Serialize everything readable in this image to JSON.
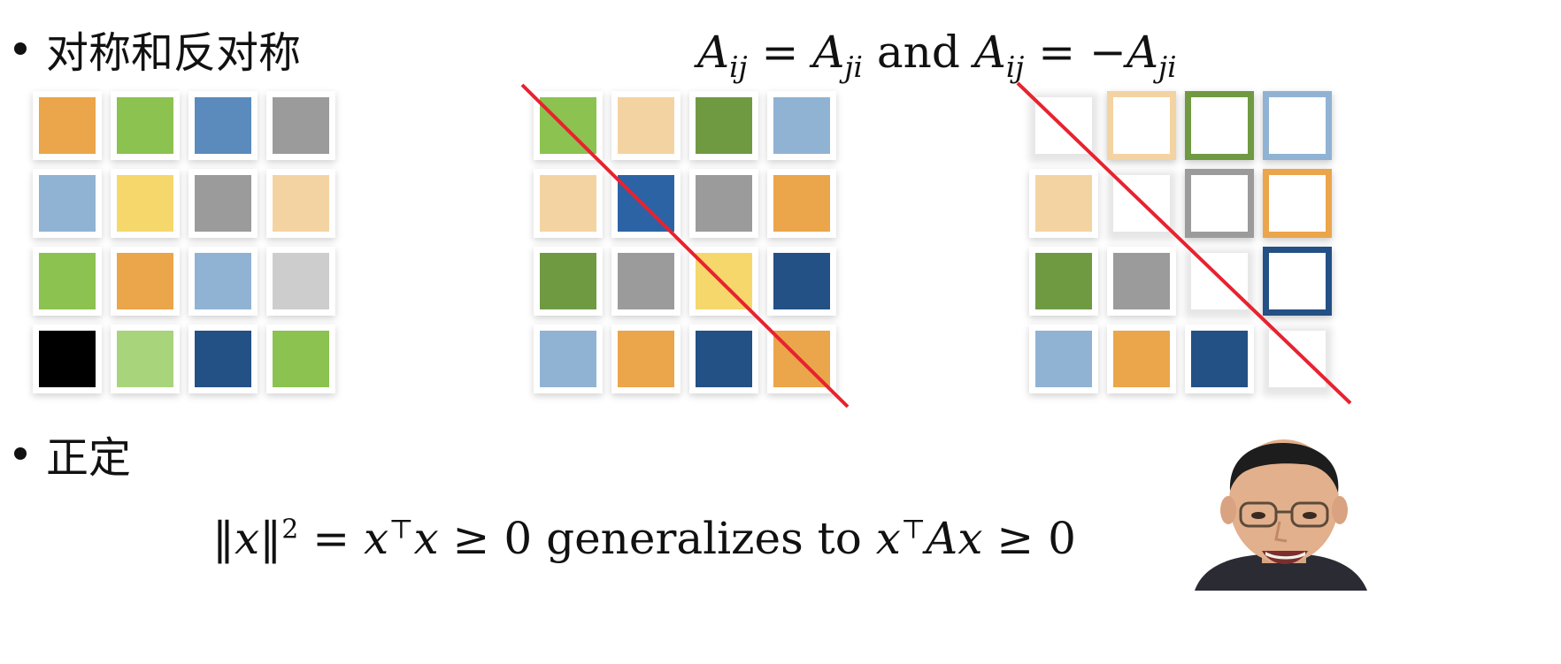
{
  "bullets": {
    "symmetric": "对称和反对称",
    "positive_definite": "正定"
  },
  "formulas": {
    "symmetry_lhs_A": "A",
    "symmetry_lhs_sub": "ij",
    "symmetry_eq": "=",
    "symmetry_rhs_A": "A",
    "symmetry_rhs_sub": "ji",
    "symmetry_and": "and",
    "anti_lhs_A": "A",
    "anti_lhs_sub": "ij",
    "anti_eq": "= −",
    "anti_rhs_A": "A",
    "anti_rhs_sub": "ji",
    "norm_open": "‖",
    "norm_x": "x",
    "norm_close": "‖",
    "norm_sq": "2",
    "norm_eq": "=",
    "xt_x": "x",
    "xt_t": "⊤",
    "xt_x2": "x",
    "geq0": "≥ 0",
    "generalizes_to": "generalizes to",
    "gen_x": "x",
    "gen_t": "⊤",
    "gen_A": "A",
    "gen_x2": "x",
    "gen_geq0": "≥ 0"
  },
  "colors": {
    "orange": "#eba54a",
    "green": "#8bc250",
    "blue": "#5b8bbd",
    "gray": "#9b9b9b",
    "light_blue": "#90b3d3",
    "yellow": "#f5d76b",
    "peach": "#f4d3a2",
    "light_gray": "#cdcdcd",
    "black": "#000000",
    "light_green": "#a8d47c",
    "navy": "#235085",
    "dark_green": "#709a42",
    "strong_blue": "#2c63a5",
    "red_line": "#e8222f"
  },
  "matrices": {
    "general": [
      [
        "orange",
        "green",
        "blue",
        "gray"
      ],
      [
        "light_blue",
        "yellow",
        "gray",
        "peach"
      ],
      [
        "green",
        "orange",
        "light_blue",
        "light_gray"
      ],
      [
        "black",
        "light_green",
        "navy",
        "green"
      ]
    ],
    "symmetric": [
      [
        "green",
        "peach",
        "dark_green",
        "light_blue"
      ],
      [
        "peach",
        "strong_blue",
        "gray",
        "orange"
      ],
      [
        "dark_green",
        "gray",
        "yellow",
        "navy"
      ],
      [
        "light_blue",
        "orange",
        "navy",
        "orange"
      ]
    ],
    "antisymmetric": [
      [
        "blank",
        "o:peach",
        "o:dark_green",
        "o:light_blue"
      ],
      [
        "peach",
        "blank",
        "o:gray",
        "o:orange"
      ],
      [
        "dark_green",
        "gray",
        "blank",
        "o:navy"
      ],
      [
        "light_blue",
        "orange",
        "navy",
        "blank"
      ]
    ]
  }
}
